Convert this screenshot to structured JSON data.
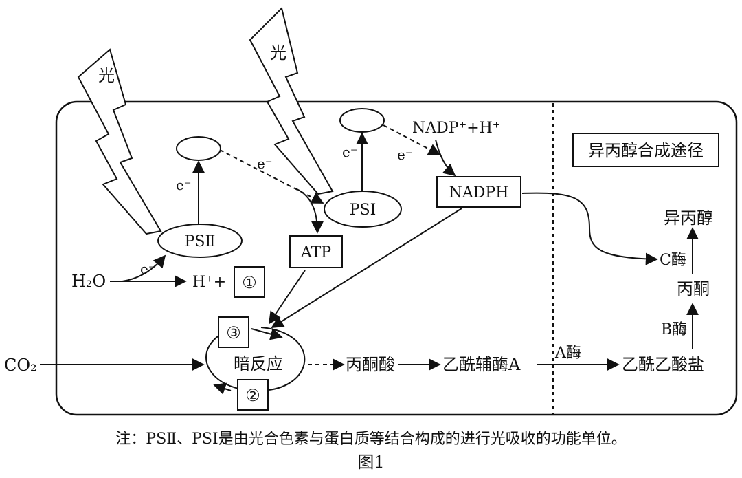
{
  "labels": {
    "light_left": "光",
    "light_right": "光",
    "ps2": "PSⅡ",
    "ps1": "PSⅠ",
    "electron": "e⁻",
    "h2o": "H₂O",
    "h_plus": "H⁺+",
    "marker1": "①",
    "marker2": "②",
    "marker3": "③",
    "atp": "ATP",
    "nadp": "NADP⁺+H⁺",
    "nadph": "NADPH",
    "co2": "CO₂",
    "dark_reaction": "暗反应",
    "pyruvate": "丙酮酸",
    "acetyl_coa": "乙酰辅酶A",
    "enzyme_a": "A酶",
    "acetoacetate": "乙酰乙酸盐",
    "enzyme_b": "B酶",
    "acetone": "丙酮",
    "enzyme_c": "C酶",
    "isopropanol": "异丙醇",
    "pathway_title": "异丙醇合成途径"
  },
  "note": "注：PSⅡ、PSⅠ是由光合色素与蛋白质等结合构成的进行光吸收的功能单位。",
  "caption": "图1"
}
